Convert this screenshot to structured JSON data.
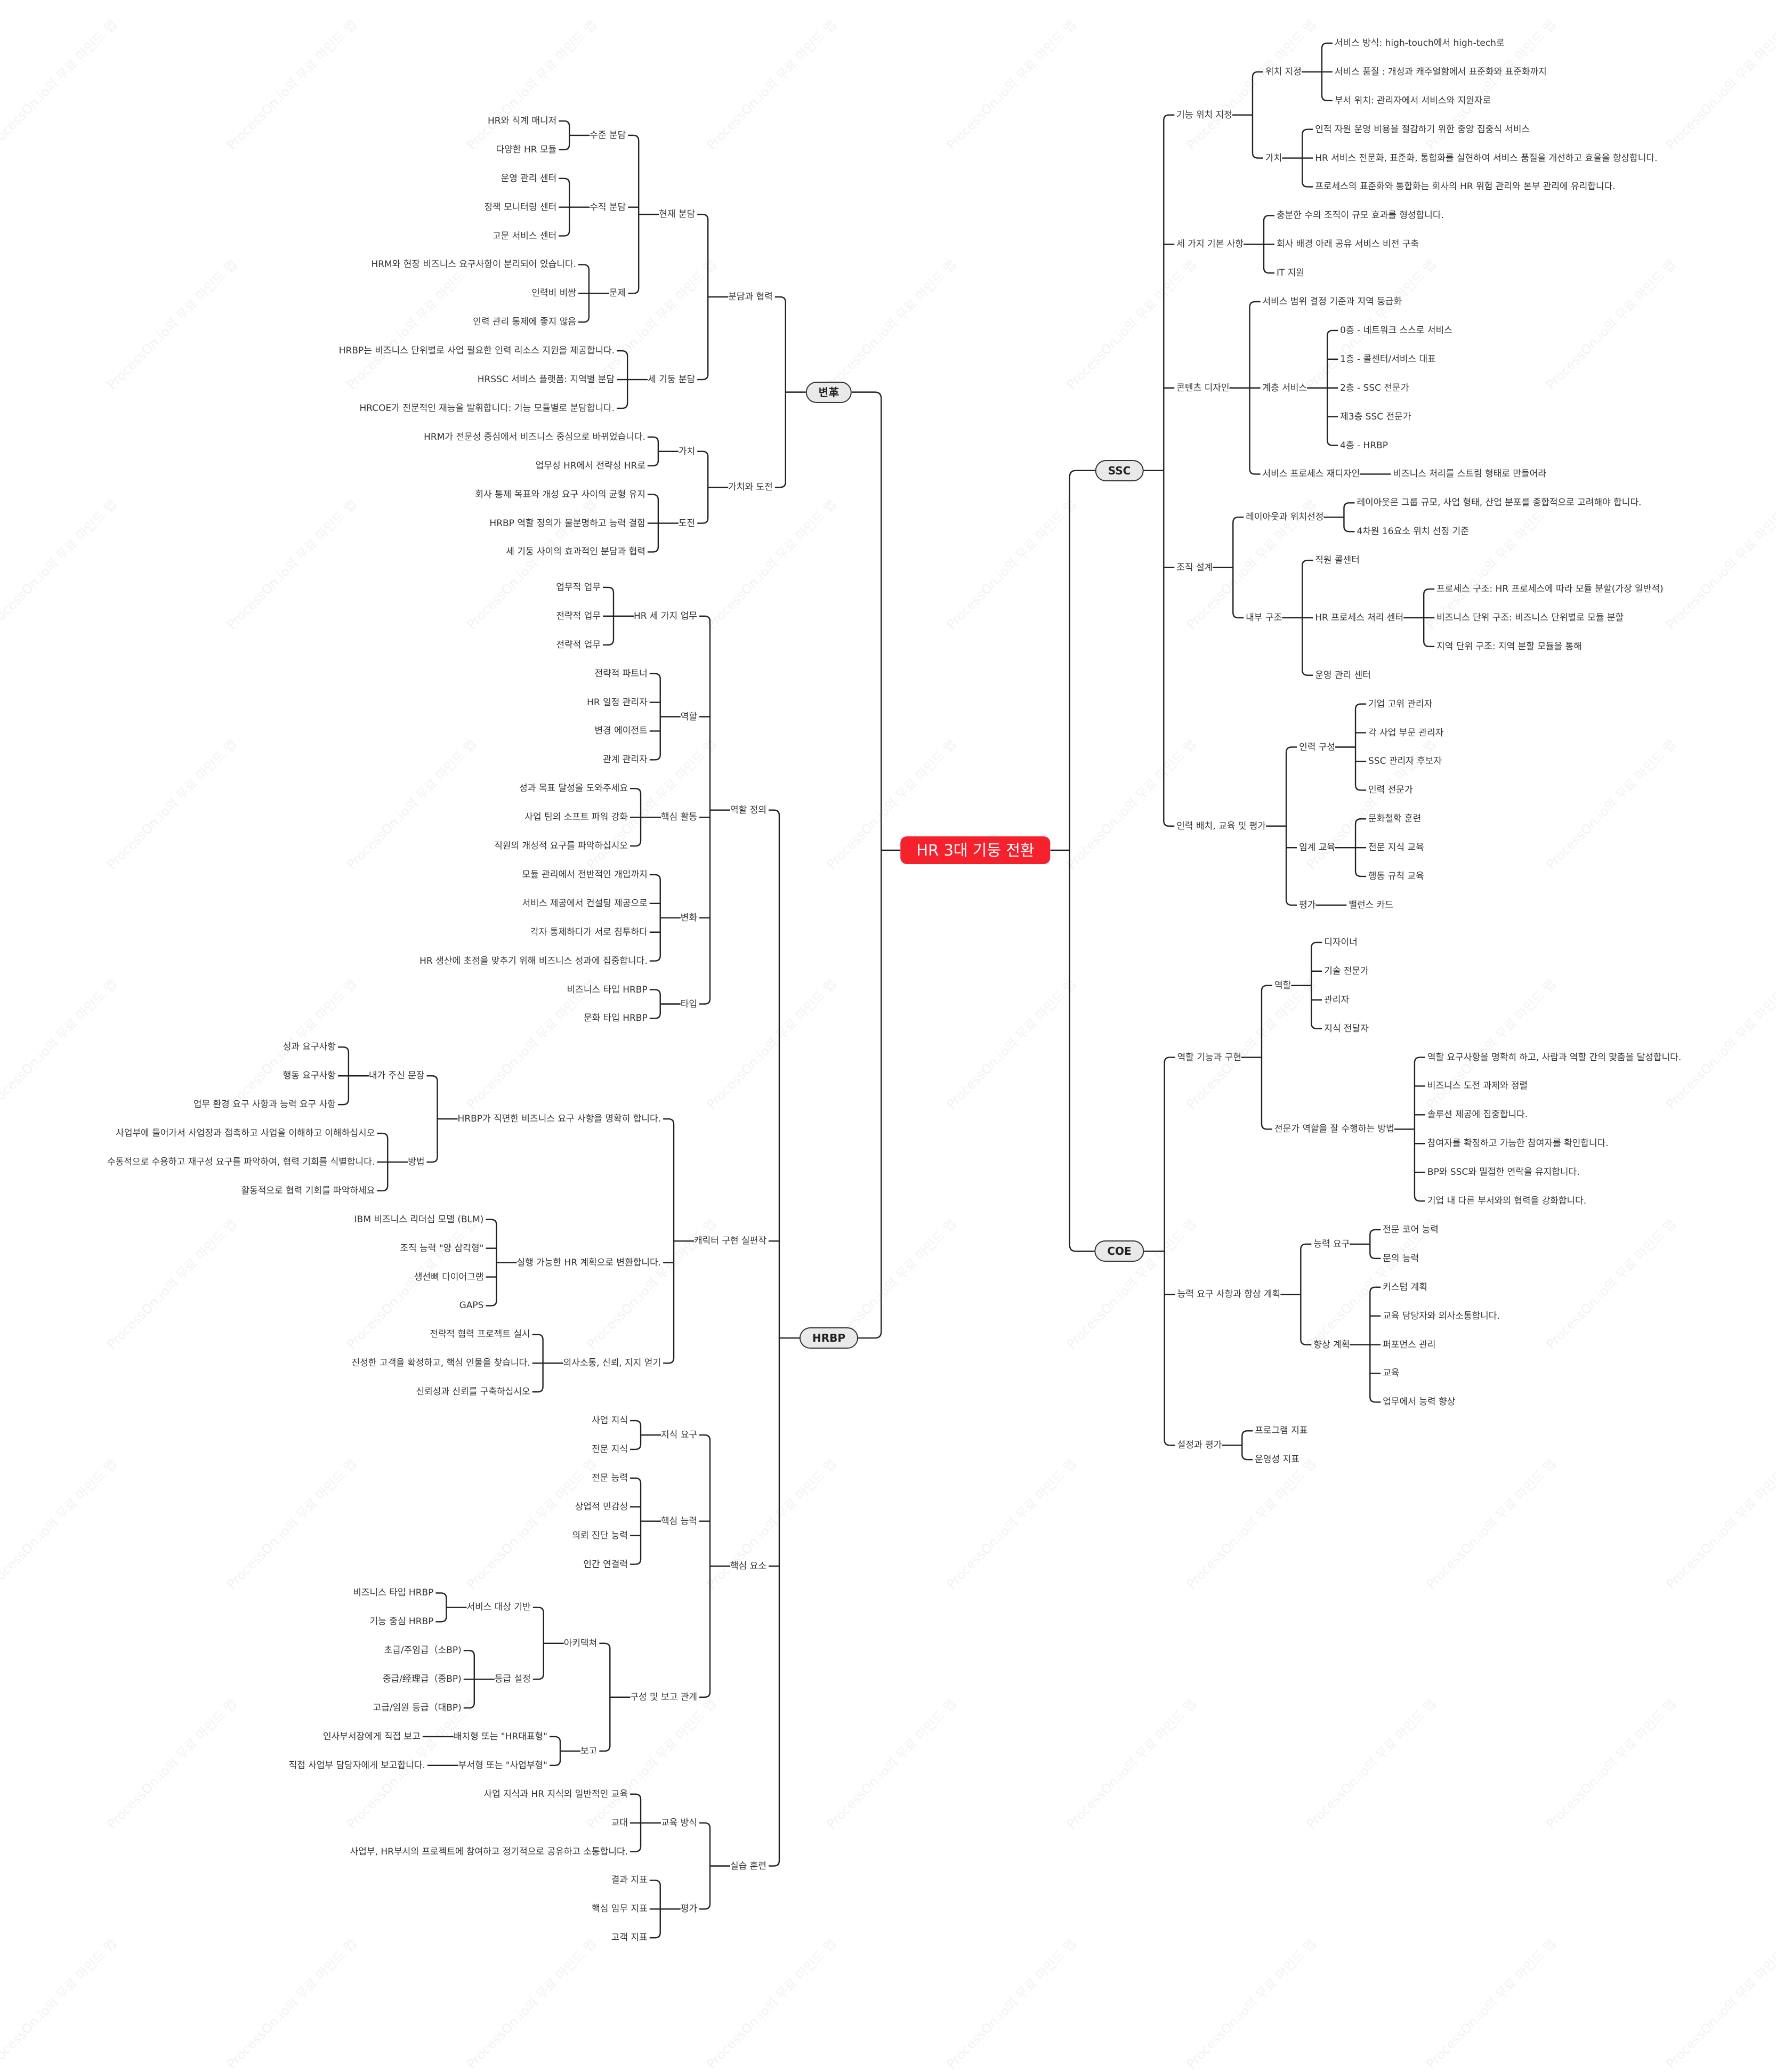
{
  "root": "HR 3대 기둥 전환",
  "watermark": "ProcessOn.io의 무료 마인드 맵",
  "colors": {
    "root_bg": "#f5222d",
    "line": "#222222",
    "l1_bg": "#e9e9e9"
  },
  "tree": [
    {
      "label": "SSC",
      "children": [
        {
          "label": "기능 위치 지정",
          "children": [
            {
              "label": "위치 지정",
              "children": [
                {
                  "label": "서비스 방식: high-touch에서 high-tech로"
                },
                {
                  "label": "서비스 품질 : 개성과 캐주얼함에서 표준화와 표준화까지"
                },
                {
                  "label": "부서 위치: 관리자에서 서비스와 지원자로"
                }
              ]
            },
            {
              "label": "가치",
              "children": [
                {
                  "label": "인적 자원 운영 비용을 절감하기 위한 중앙 집중식 서비스"
                },
                {
                  "label": "HR 서비스 전문화, 표준화, 통합화를 실현하여 서비스 품질을 개선하고 효율을 향상합니다."
                },
                {
                  "label": "프로세스의 표준화와 통합화는 회사의 HR 위험 관리와 본부 관리에 유리합니다."
                }
              ]
            }
          ]
        },
        {
          "label": "세 가지 기본 사항",
          "children": [
            {
              "label": "충분한 수의 조직이 규모 효과를 형성합니다."
            },
            {
              "label": "회사 배경 아래 공유 서비스 비전 구축"
            },
            {
              "label": "IT 지원"
            }
          ]
        },
        {
          "label": "콘텐츠 디자인",
          "children": [
            {
              "label": "서비스 범위 결정 기준과 지역 등급화"
            },
            {
              "label": "계층 서비스",
              "children": [
                {
                  "label": "0층 - 네트워크 스스로 서비스"
                },
                {
                  "label": "1층 - 콜센터/서비스 대표"
                },
                {
                  "label": "2층 - SSC 전문가"
                },
                {
                  "label": "제3층 SSC 전문가"
                },
                {
                  "label": "4층 - HRBP"
                }
              ]
            },
            {
              "label": "서비스 프로세스 재디자인",
              "children": [
                {
                  "label": "비즈니스 처리를 스트림 형태로 만들어라"
                }
              ]
            }
          ]
        },
        {
          "label": "조직 설계",
          "children": [
            {
              "label": "레이아웃과 위치선정",
              "children": [
                {
                  "label": "레이아웃은 그룹 규모, 사업 형태, 산업 분포를 종합적으로 고려해야 합니다."
                },
                {
                  "label": "4차원 16요소 위치 선정 기준"
                }
              ]
            },
            {
              "label": "내부 구조",
              "children": [
                {
                  "label": "직원 콜센터"
                },
                {
                  "label": "HR 프로세스 처리 센터",
                  "children": [
                    {
                      "label": "프로세스 구조: HR 프로세스에 따라 모듈 분할(가장 일반적)"
                    },
                    {
                      "label": "비즈니스 단위 구조: 비즈니스 단위별로 모듈 분할"
                    },
                    {
                      "label": "지역 단위 구조: 지역 분할 모듈을 통해"
                    }
                  ]
                },
                {
                  "label": "운영 관리 센터"
                }
              ]
            }
          ]
        },
        {
          "label": "인력 배치, 교육 및 평가",
          "children": [
            {
              "label": "인력 구성",
              "children": [
                {
                  "label": "기업 고위 관리자"
                },
                {
                  "label": "각 사업 부문 관리자"
                },
                {
                  "label": "SSC 관리자 후보자"
                },
                {
                  "label": "인력 전문가"
                }
              ]
            },
            {
              "label": "임계 교육",
              "children": [
                {
                  "label": "문화철학 훈련"
                },
                {
                  "label": "전문 지식 교육"
                },
                {
                  "label": "행동 규칙 교육"
                }
              ]
            },
            {
              "label": "평가",
              "children": [
                {
                  "label": "밸런스 카드"
                }
              ]
            }
          ]
        }
      ]
    },
    {
      "label": "COE",
      "children": [
        {
          "label": "역할 기능과 구현",
          "children": [
            {
              "label": "역할",
              "children": [
                {
                  "label": "디자이너"
                },
                {
                  "label": "기술 전문가"
                },
                {
                  "label": "관리자"
                },
                {
                  "label": "지식 전달자"
                }
              ]
            },
            {
              "label": "전문가 역할을 잘 수행하는 방법",
              "children": [
                {
                  "label": "역할 요구사항을 명확히 하고, 사람과 역할 간의 맞춤을 달성합니다."
                },
                {
                  "label": "비즈니스 도전 과제와 정렬"
                },
                {
                  "label": "솔루션 제공에 집중합니다."
                },
                {
                  "label": "참여자를 확정하고 가능한 참여자를 확인합니다."
                },
                {
                  "label": "BP와 SSC와 밀접한 연락을 유지합니다."
                },
                {
                  "label": "기업 내 다른 부서와의 협력을 강화합니다."
                }
              ]
            }
          ]
        },
        {
          "label": "능력 요구 사항과 향상 계획",
          "children": [
            {
              "label": "능력 요구",
              "children": [
                {
                  "label": "전문 코어 능력"
                },
                {
                  "label": "문의 능력"
                }
              ]
            },
            {
              "label": "향상 계획",
              "children": [
                {
                  "label": "커스텀 계획"
                },
                {
                  "label": "교육 담당자와 의사소통합니다."
                },
                {
                  "label": "퍼포먼스 관리"
                },
                {
                  "label": "교육"
                },
                {
                  "label": "업무에서 능력 향상"
                }
              ]
            }
          ]
        },
        {
          "label": "설정과 평가",
          "children": [
            {
              "label": "프로그램 지표"
            },
            {
              "label": "운영성 지표"
            }
          ]
        }
      ]
    },
    {
      "label": "변革",
      "children": [
        {
          "label": "분담과 협력",
          "children": [
            {
              "label": "현재 분담",
              "children": [
                {
                  "label": "수준 분담",
                  "children": [
                    {
                      "label": "HR와 직계 매니저"
                    },
                    {
                      "label": "다양한 HR 모듈"
                    }
                  ]
                },
                {
                  "label": "수직 분담",
                  "children": [
                    {
                      "label": "운영 관리 센터"
                    },
                    {
                      "label": "정책 모니터링 센터"
                    },
                    {
                      "label": "고문 서비스 센터"
                    }
                  ]
                },
                {
                  "label": "문제",
                  "children": [
                    {
                      "label": "HRM와 현장 비즈니스 요구사항이 분리되어 있습니다."
                    },
                    {
                      "label": "인력비 비쌈"
                    },
                    {
                      "label": "인력 관리 통제에 좋지 않음"
                    }
                  ]
                }
              ]
            },
            {
              "label": "세 기둥 분담",
              "children": [
                {
                  "label": "HRBP는 비즈니스 단위별로 사업 필요한 인력 리소스 지원을 제공합니다."
                },
                {
                  "label": "HRSSC 서비스 플랫폼: 지역별 분담"
                },
                {
                  "label": "HRCOE가 전문적인 재능을 발휘합니다: 기능 모듈별로 분담합니다."
                }
              ]
            }
          ]
        },
        {
          "label": "가치와 도전",
          "children": [
            {
              "label": "가치",
              "children": [
                {
                  "label": "HRM가 전문성 중심에서 비즈니스 중심으로 바뀌었습니다."
                },
                {
                  "label": "업무성 HR에서 전략성 HR로"
                }
              ]
            },
            {
              "label": "도전",
              "children": [
                {
                  "label": "회사 통제 목표와 개성 요구 사이의 균형 유지"
                },
                {
                  "label": "HRBP 역할 정의가 불분명하고 능력 결함"
                },
                {
                  "label": "세 기둥 사이의 효과적인 분담과 협력"
                }
              ]
            }
          ]
        }
      ]
    },
    {
      "label": "HRBP",
      "children": [
        {
          "label": "역할 정의",
          "children": [
            {
              "label": "HR 세 가지 업무",
              "children": [
                {
                  "label": "업무적 업무"
                },
                {
                  "label": "전략적 업무"
                },
                {
                  "label": "전략적 업무"
                }
              ]
            },
            {
              "label": "역할",
              "children": [
                {
                  "label": "전략적 파트너"
                },
                {
                  "label": "HR 일정 관리자"
                },
                {
                  "label": "변경 에이전트"
                },
                {
                  "label": "관계 관리자"
                }
              ]
            },
            {
              "label": "핵심 활동",
              "children": [
                {
                  "label": "성과 목표 달성을 도와주세요"
                },
                {
                  "label": "사업 팀의 소프트 파워 강화"
                },
                {
                  "label": "직원의 개성적 요구를 파악하십시오"
                }
              ]
            },
            {
              "label": "변화",
              "children": [
                {
                  "label": "모듈 관리에서 전반적인 개입까지"
                },
                {
                  "label": "서비스 제공에서 컨설팅 제공으로"
                },
                {
                  "label": "각자 통제하다가 서로 침투하다"
                },
                {
                  "label": "HR 생산에 초점을 맞추기 위해 비즈니스 성과에 집중합니다."
                }
              ]
            },
            {
              "label": "타입",
              "children": [
                {
                  "label": "비즈니스 타입 HRBP"
                },
                {
                  "label": "문화 타입 HRBP"
                }
              ]
            }
          ]
        },
        {
          "label": "캐릭터 구현 실편작",
          "children": [
            {
              "label": "HRBP가 직면한 비즈니스 요구 사항을 명확히 합니다.",
              "children": [
                {
                  "label": "내가 주신 문장",
                  "children": [
                    {
                      "label": "성과 요구사항"
                    },
                    {
                      "label": "행동 요구사항"
                    },
                    {
                      "label": "업무 환경 요구 사항과 능력 요구 사항"
                    }
                  ]
                },
                {
                  "label": "방법",
                  "children": [
                    {
                      "label": "사업부에 들어가서 사업장과 접촉하고 사업을 이해하고 이해하십시오"
                    },
                    {
                      "label": "수동적으로 수용하고 재구성 요구를 파악하여, 협력 기회를 식별합니다."
                    },
                    {
                      "label": "활동적으로 협력 기회를 파악하세요"
                    }
                  ]
                }
              ]
            },
            {
              "label": "실행 가능한 HR 계획으로 변환합니다.",
              "children": [
                {
                  "label": "IBM 비즈니스 리더십 모델 (BLM)"
                },
                {
                  "label": "조직 능력 \"양 삼각형\""
                },
                {
                  "label": "생선뼈 다이어그램"
                },
                {
                  "label": "GAPS"
                }
              ]
            },
            {
              "label": "의사소통, 신뢰, 지지 얻기",
              "children": [
                {
                  "label": "전략적 협력 프로젝트 실시"
                },
                {
                  "label": "진정한 고객을 확정하고, 핵심 인물을 찾습니다."
                },
                {
                  "label": "신뢰성과 신뢰를 구축하십시오"
                }
              ]
            }
          ]
        },
        {
          "label": "핵심 요소",
          "children": [
            {
              "label": "지식 요구",
              "children": [
                {
                  "label": "사업 지식"
                },
                {
                  "label": "전문 지식"
                }
              ]
            },
            {
              "label": "핵심 능력",
              "children": [
                {
                  "label": "전문 능력"
                },
                {
                  "label": "상업적 민감성"
                },
                {
                  "label": "의뢰 진단 능력"
                },
                {
                  "label": "인간 연결력"
                }
              ]
            },
            {
              "label": "구성 및 보고 관계",
              "children": [
                {
                  "label": "아키텍쳐",
                  "children": [
                    {
                      "label": "서비스 대상 기반",
                      "children": [
                        {
                          "label": "비즈니스 타입 HRBP"
                        },
                        {
                          "label": "기능 중심 HRBP"
                        }
                      ]
                    },
                    {
                      "label": "등급 설정",
                      "children": [
                        {
                          "label": "초급/주임급（소BP)"
                        },
                        {
                          "label": "중급/经理급（중BP)"
                        },
                        {
                          "label": "고급/임원 등급（대BP)"
                        }
                      ]
                    }
                  ]
                },
                {
                  "label": "보고",
                  "children": [
                    {
                      "label": "배치형 또는 \"HR대표형\"",
                      "children": [
                        {
                          "label": "인사부서장에게 직접 보고"
                        }
                      ]
                    },
                    {
                      "label": "부서형 또는 \"사업부형\"",
                      "children": [
                        {
                          "label": "직접 사업부 담당자에게 보고합니다."
                        }
                      ]
                    }
                  ]
                }
              ]
            }
          ]
        },
        {
          "label": "실습 훈련",
          "children": [
            {
              "label": "교육 방식",
              "children": [
                {
                  "label": "사업 지식과 HR 지식의 일반적인 교육"
                },
                {
                  "label": "교대"
                },
                {
                  "label": "사업부, HR부서의 프로젝트에 참여하고 정기적으로 공유하고 소통합니다."
                }
              ]
            },
            {
              "label": "평가",
              "children": [
                {
                  "label": "결과 지표"
                },
                {
                  "label": "핵심 임무 지표"
                },
                {
                  "label": "고객 지표"
                }
              ]
            }
          ]
        }
      ]
    }
  ]
}
